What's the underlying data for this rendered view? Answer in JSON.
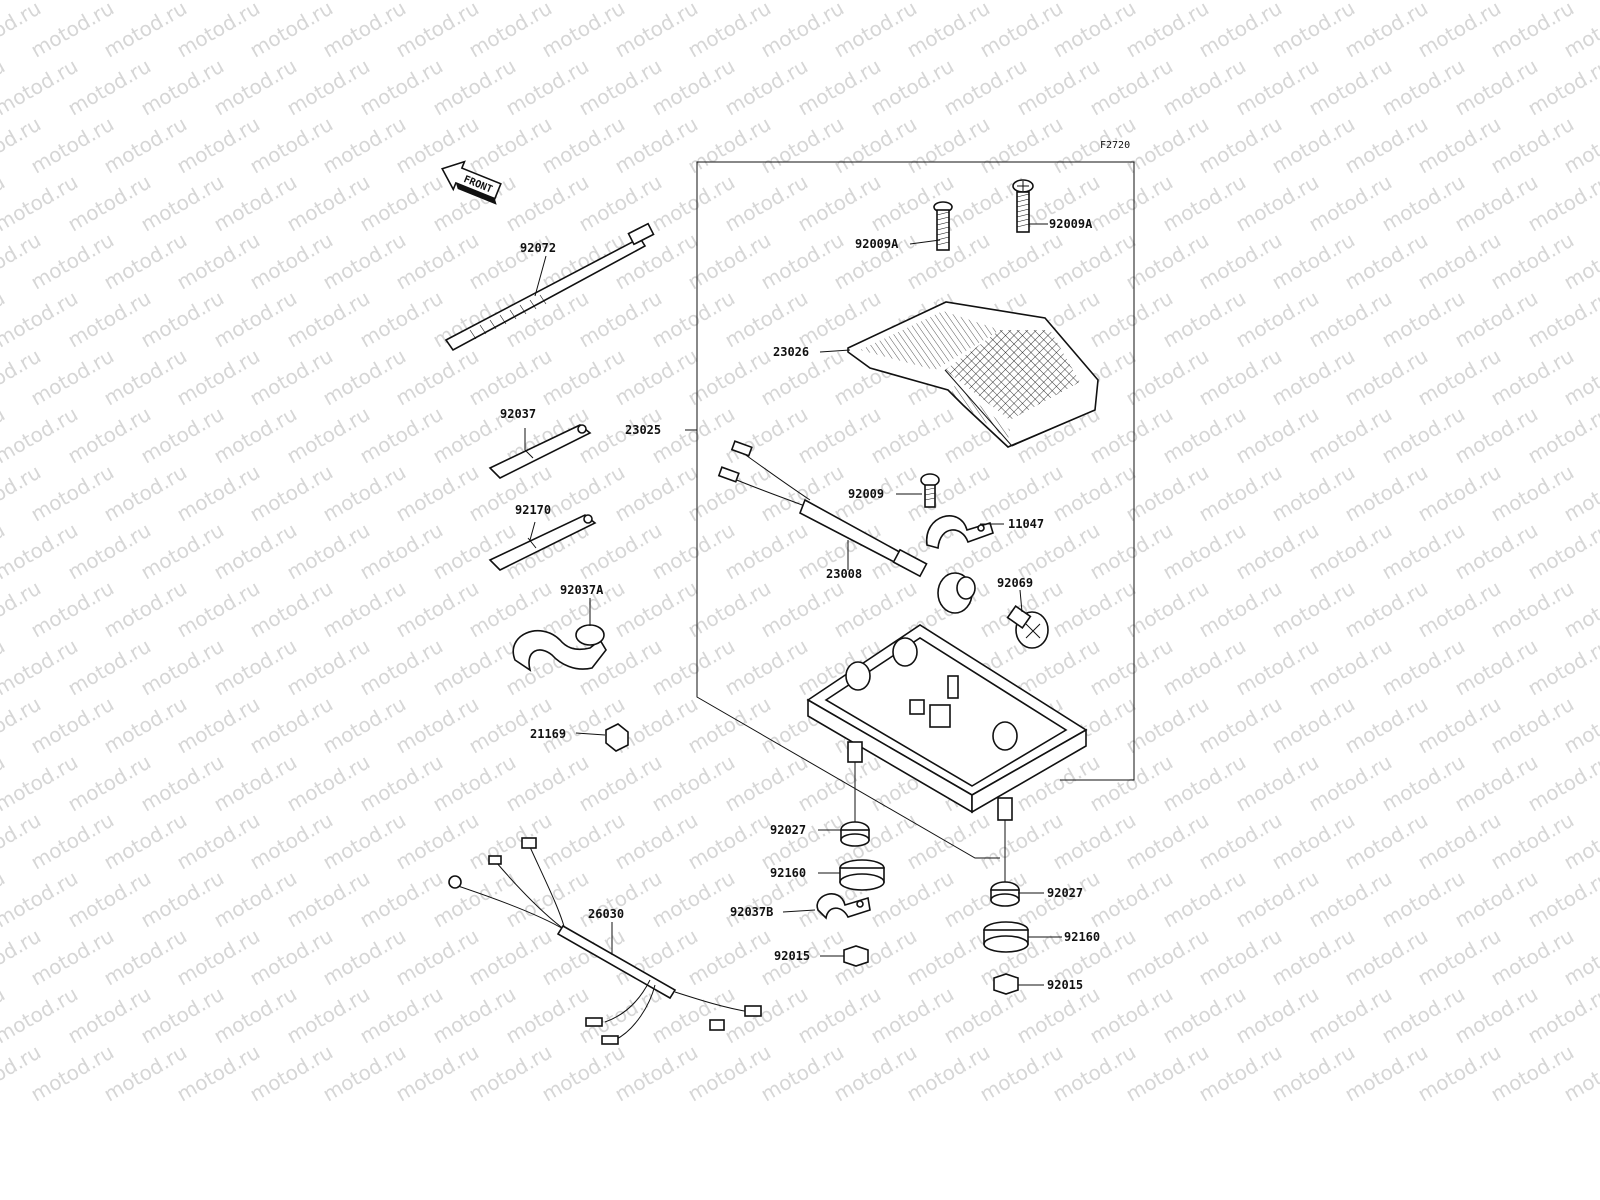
{
  "watermark": "motod.ru",
  "figure_code": "F2720",
  "front_arrow_label": "FRONT",
  "labels": {
    "p92009A_a": "92009A",
    "p92009A_b": "92009A",
    "p23026": "23026",
    "p23025": "23025",
    "p92009": "92009",
    "p11047": "11047",
    "p23008": "23008",
    "p92069": "92069",
    "p92027_a": "92027",
    "p92160_a": "92160",
    "p92037B": "92037B",
    "p92015_a": "92015",
    "p92027_b": "92027",
    "p92160_b": "92160",
    "p92015_b": "92015",
    "p92072": "92072",
    "p92037": "92037",
    "p92170": "92170",
    "p92037A": "92037A",
    "p21169": "21169",
    "p26030": "26030"
  }
}
